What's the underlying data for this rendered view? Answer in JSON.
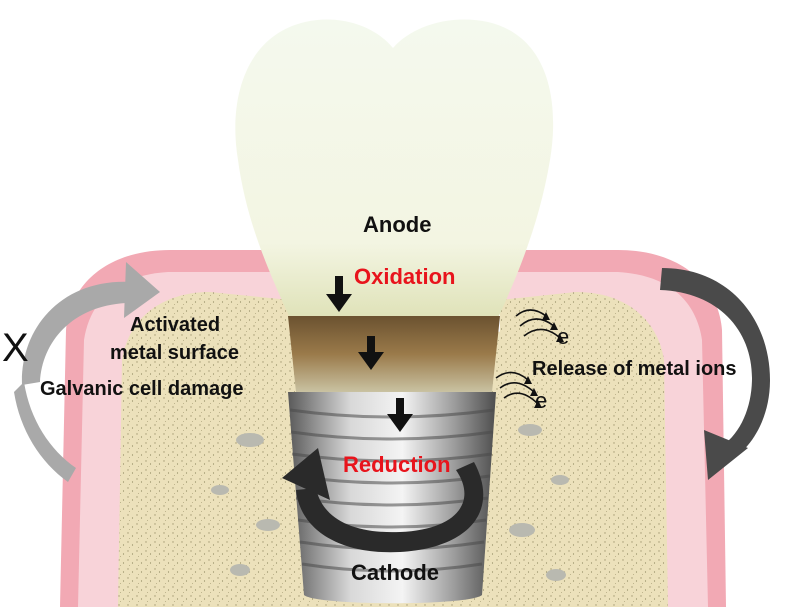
{
  "labels": {
    "anode": "Anode",
    "oxidation": "Oxidation",
    "reduction": "Reduction",
    "cathode": "Cathode",
    "activated_line1": "Activated",
    "activated_line2": "metal surface",
    "galvanic": "Galvanic cell damage",
    "release": "Release of metal ions",
    "electron_top": "e",
    "electron_bottom": "e",
    "cross_mark": "X"
  },
  "colors": {
    "gum": "#f2a9b4",
    "gum_inner": "#fbe3e6",
    "bone": "#ede2bd",
    "crown": "#f4f8ea",
    "abutment": "#8b6b3e",
    "implant": "#9a9a9a",
    "reaction_text": "#e8141c",
    "text": "#111111",
    "left_cycle_arrow": "#a9a9a9",
    "right_cycle_arrow": "#4a4a4a",
    "bottom_cycle_arrow": "#2a2a2a"
  }
}
